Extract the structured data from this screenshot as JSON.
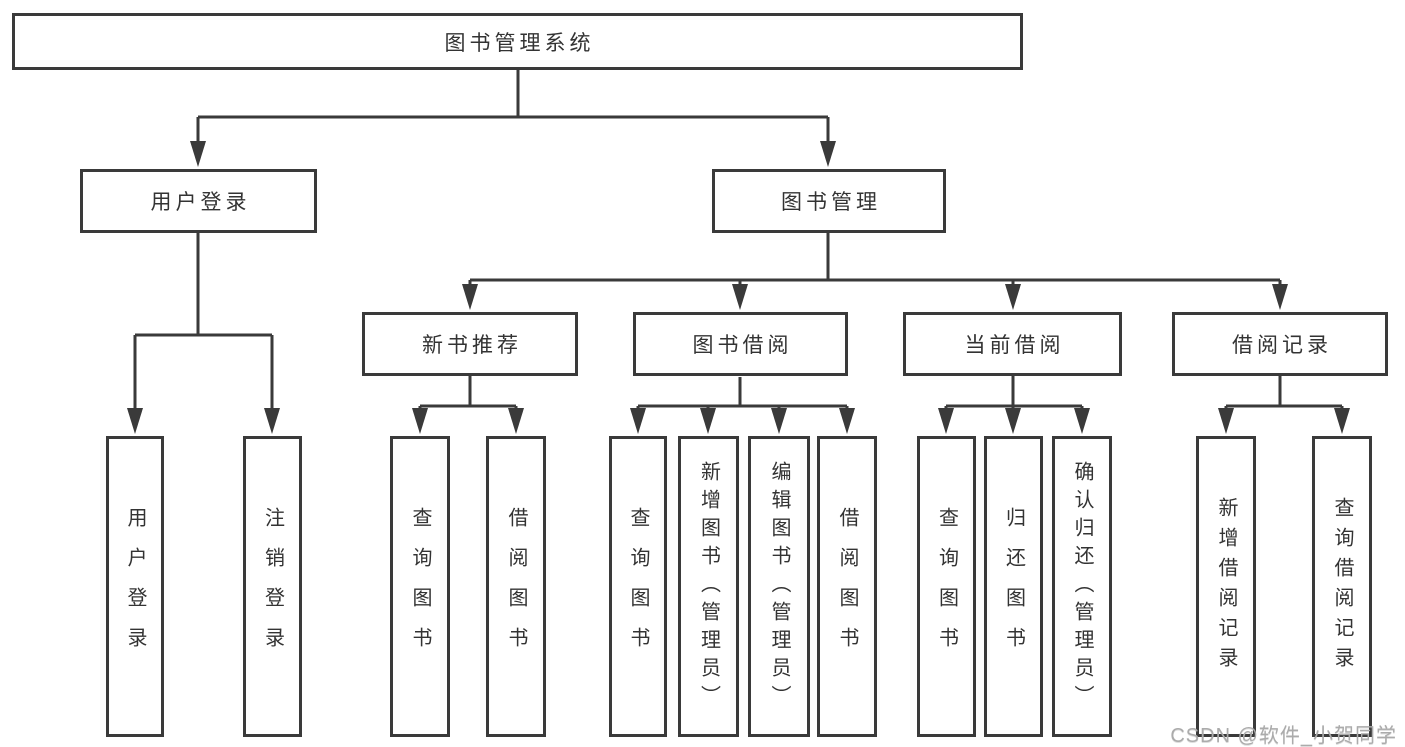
{
  "tree": {
    "root": {
      "label": "图书管理系统"
    },
    "branches": [
      {
        "label": "用户登录",
        "children": [
          {
            "label": "用户登录"
          },
          {
            "label": "注销登录"
          }
        ]
      },
      {
        "label": "图书管理",
        "children": [
          {
            "label": "新书推荐",
            "children": [
              {
                "label": "查询图书"
              },
              {
                "label": "借阅图书"
              }
            ]
          },
          {
            "label": "图书借阅",
            "children": [
              {
                "label": "查询图书"
              },
              {
                "label": "新增图书（管理员）"
              },
              {
                "label": "编辑图书（管理员）"
              },
              {
                "label": "借阅图书"
              }
            ]
          },
          {
            "label": "当前借阅",
            "children": [
              {
                "label": "查询图书"
              },
              {
                "label": "归还图书"
              },
              {
                "label": "确认归还（管理员）"
              }
            ]
          },
          {
            "label": "借阅记录",
            "children": [
              {
                "label": "新增借阅记录"
              },
              {
                "label": "查询借阅记录"
              }
            ]
          }
        ]
      }
    ]
  },
  "watermark": "CSDN @软件_小贺同学",
  "colors": {
    "line": "#3a3a3a",
    "box_border": "#3a3a3a",
    "text": "#333333",
    "background": "#ffffff",
    "watermark": "#ababab"
  }
}
